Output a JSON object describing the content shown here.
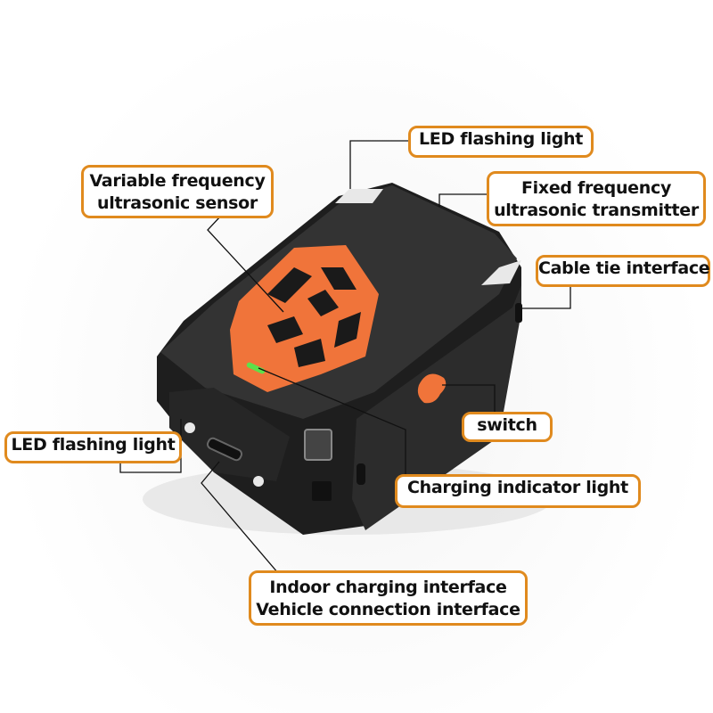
{
  "diagram": {
    "subject": "Ultrasonic repeller device",
    "colors": {
      "label_border": "#e08a1e",
      "body": "#2a2a2a",
      "accent": "#f0743a",
      "indicator": "#5ee04a"
    },
    "callouts": [
      {
        "id": "led-top",
        "lines": [
          "LED flashing light"
        ]
      },
      {
        "id": "variable-sensor",
        "lines": [
          "Variable frequency",
          "ultrasonic sensor"
        ]
      },
      {
        "id": "fixed-transmitter",
        "lines": [
          "Fixed frequency",
          "ultrasonic transmitter"
        ]
      },
      {
        "id": "cable-tie",
        "lines": [
          "Cable tie interface"
        ]
      },
      {
        "id": "switch",
        "lines": [
          "switch"
        ]
      },
      {
        "id": "led-front",
        "lines": [
          "LED flashing light"
        ]
      },
      {
        "id": "charging-indicator",
        "lines": [
          "Charging indicator light"
        ]
      },
      {
        "id": "charging-interface",
        "lines": [
          "Indoor charging interface",
          "Vehicle connection interface"
        ]
      }
    ]
  }
}
